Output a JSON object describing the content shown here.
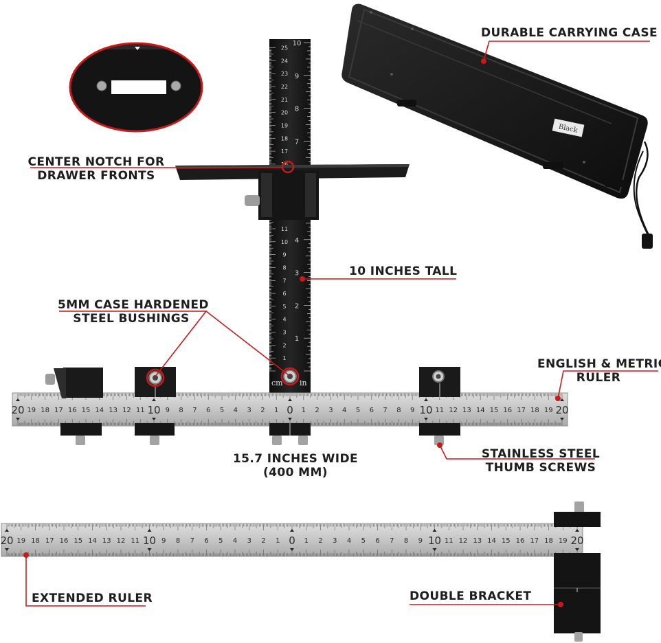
{
  "labels": {
    "carrying_case": "DURABLE CARRYING CASE",
    "center_notch_1": "CENTER NOTCH FOR",
    "center_notch_2": "DRAWER FRONTS",
    "tall": "10 INCHES TALL",
    "bushings_1": "5MM CASE HARDENED",
    "bushings_2": "STEEL BUSHINGS",
    "ruler_1": "ENGLISH & METRIC",
    "ruler_2": "RULER",
    "wide_1": "15.7 INCHES WIDE",
    "wide_2": "(400 MM)",
    "thumb_1": "STAINLESS STEEL",
    "thumb_2": "THUMB SCREWS",
    "extended": "EXTENDED RULER",
    "double": "DOUBLE BRACKET"
  },
  "case_tag": "Black",
  "vertical_ruler": {
    "cm_label": "cm",
    "in_label": "in",
    "inch_max": 10,
    "cm_max": 25
  },
  "horizontal_ruler": {
    "max": 20,
    "center": 0
  },
  "colors": {
    "accent": "#c81a1a",
    "metal": "#c4c4c4",
    "black_part": "#1c1c1c"
  }
}
